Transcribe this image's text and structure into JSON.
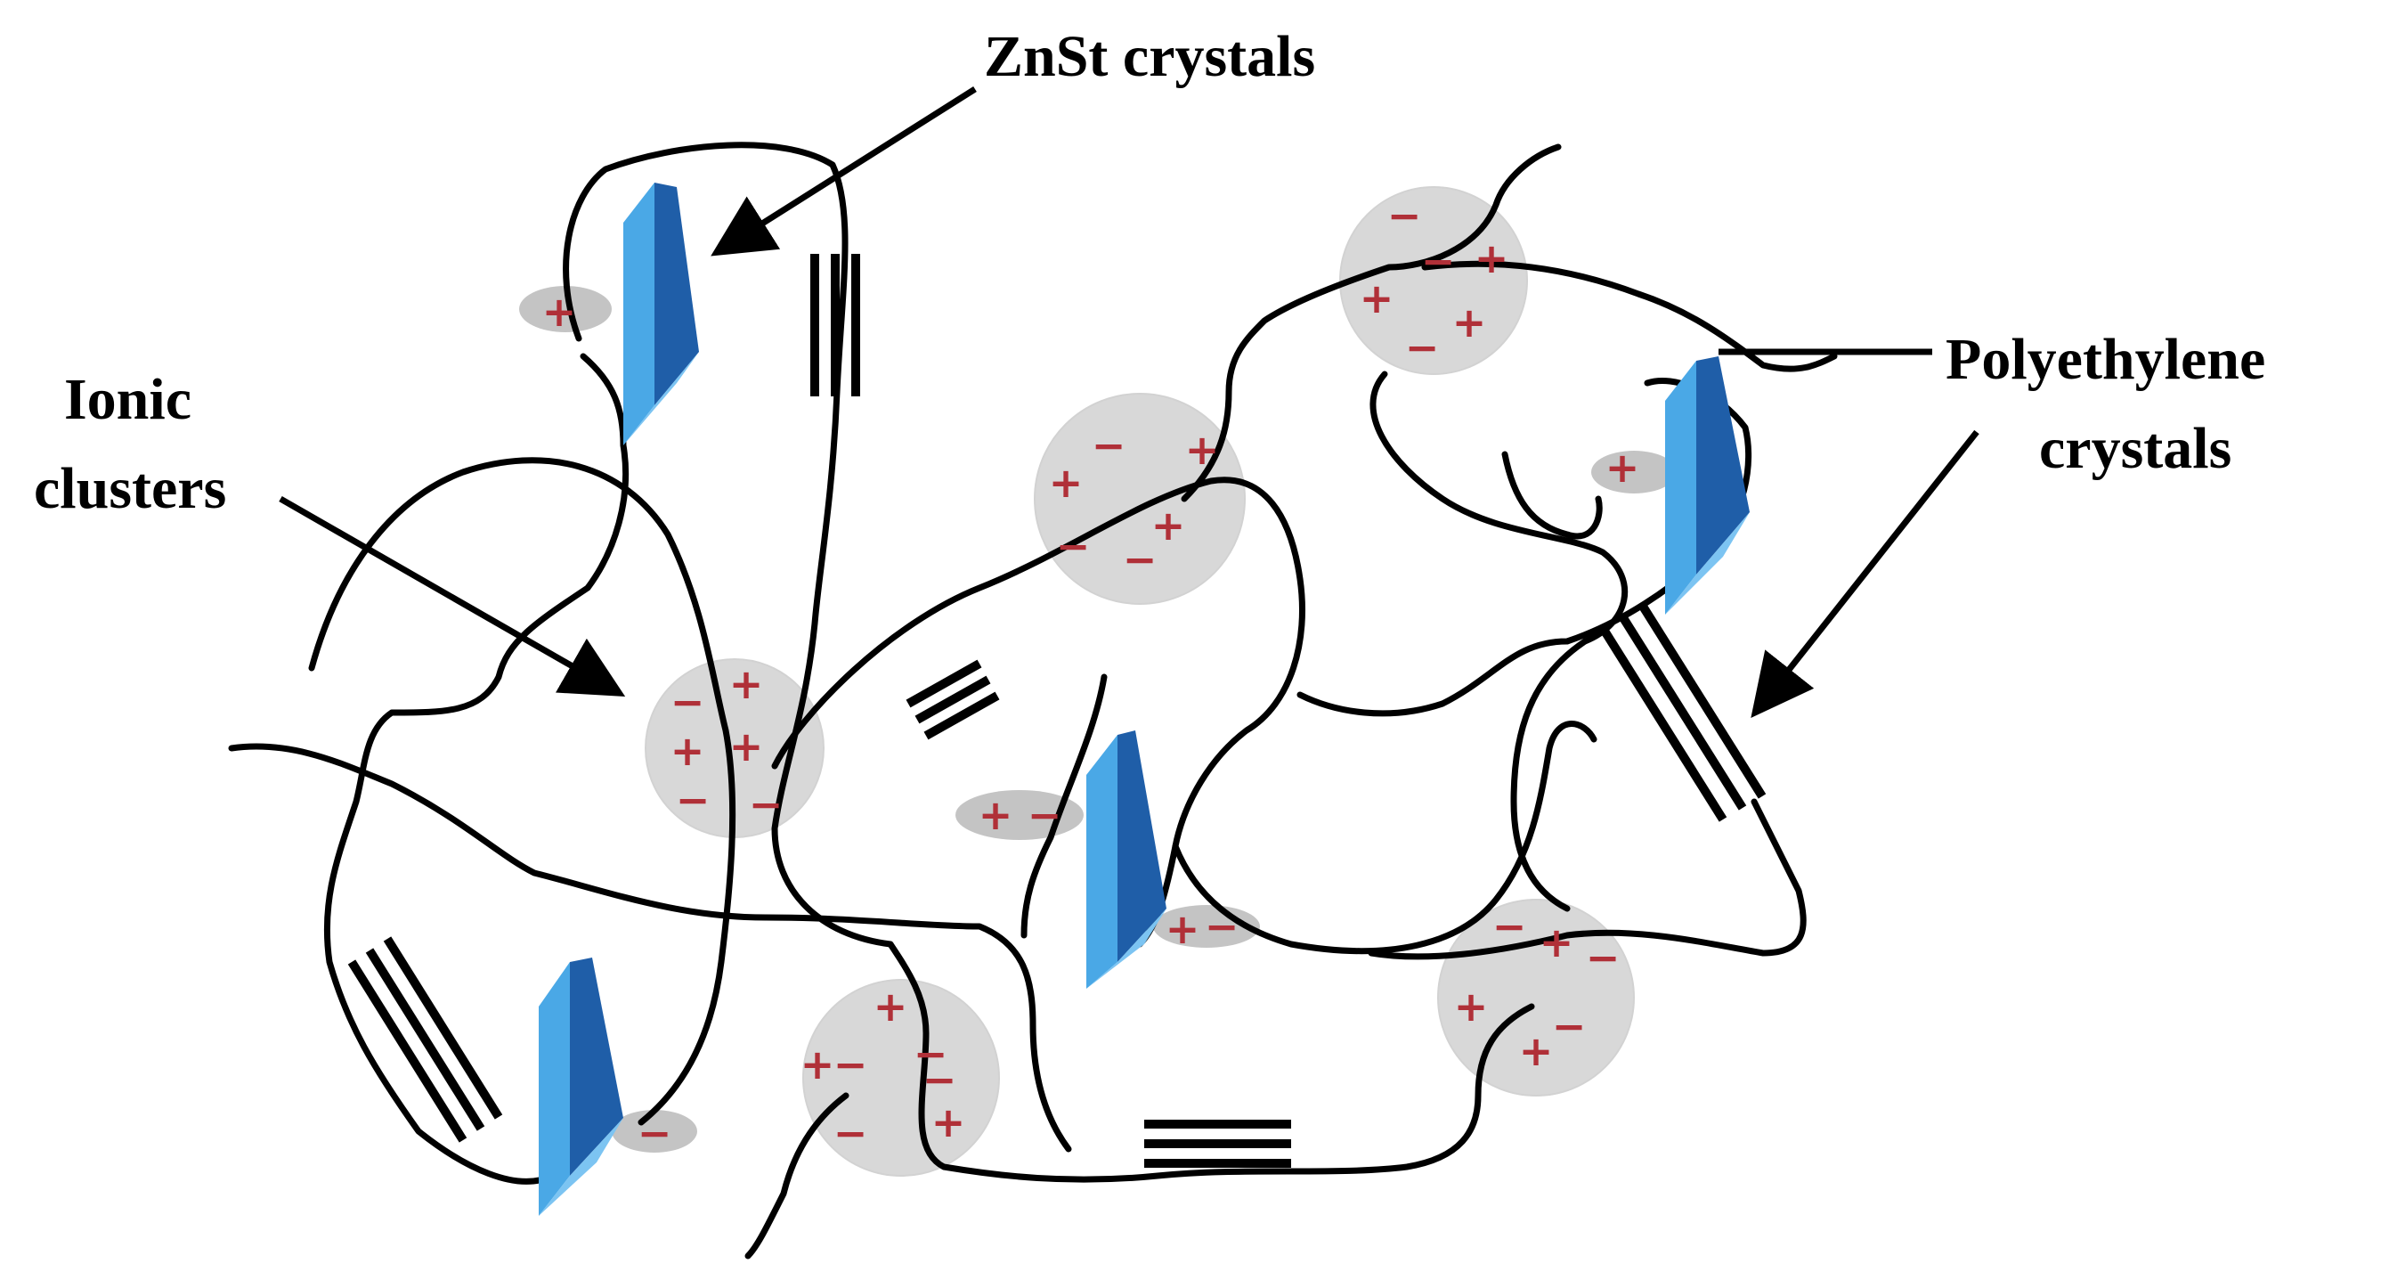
{
  "labels": {
    "znst": "ZnSt crystals",
    "ionic_line1": "Ionic",
    "ionic_line2": "clusters",
    "pe_line1": "Polyethylene",
    "pe_line2": "crystals"
  },
  "signs": {
    "plus": "+",
    "minus": "−"
  },
  "colors": {
    "crystal_front": "#4aa8e6",
    "crystal_side": "#1f5ea8",
    "crystal_top": "#7cc4f2",
    "cluster_fill": "#b8b8b8",
    "sign_color": "#b03038",
    "chain_color": "#000000"
  }
}
